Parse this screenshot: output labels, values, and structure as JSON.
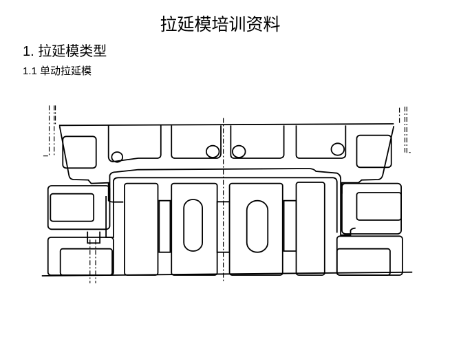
{
  "title": "拉延模培训资料",
  "section": "1. 拉延模类型",
  "subsection": "1.1 单动拉延模",
  "figure": {
    "description_icon": "single-action-draw-die-cross-section"
  }
}
